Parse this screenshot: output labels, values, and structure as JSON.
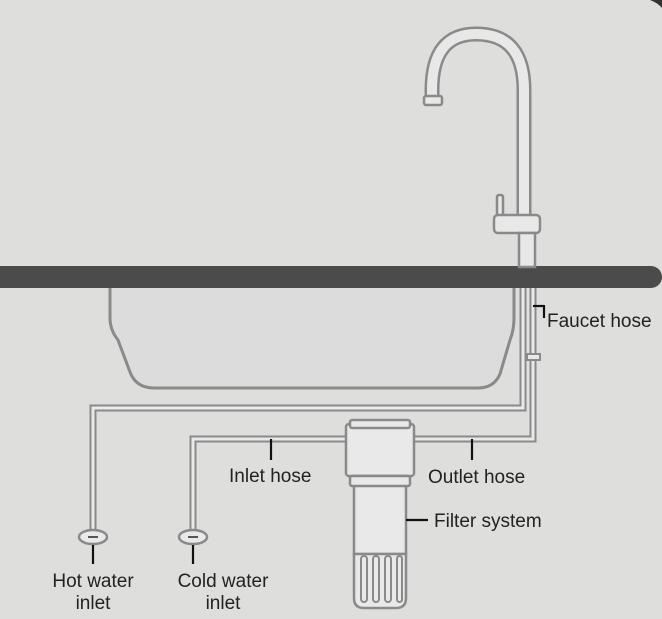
{
  "diagram": {
    "labels": {
      "faucet_hose": "Faucet hose",
      "inlet_hose": "Inlet hose",
      "outlet_hose": "Outlet hose",
      "filter_system": "Filter system",
      "hot_water_inlet": [
        "Hot water",
        "inlet"
      ],
      "cold_water_inlet": [
        "Cold water",
        "inlet"
      ]
    },
    "colors": {
      "background": "#dededd",
      "countertop": "#4b4b4b",
      "line": "#8a8a8a",
      "pipe_fill": "#e9e9e9",
      "text": "#222222"
    }
  }
}
